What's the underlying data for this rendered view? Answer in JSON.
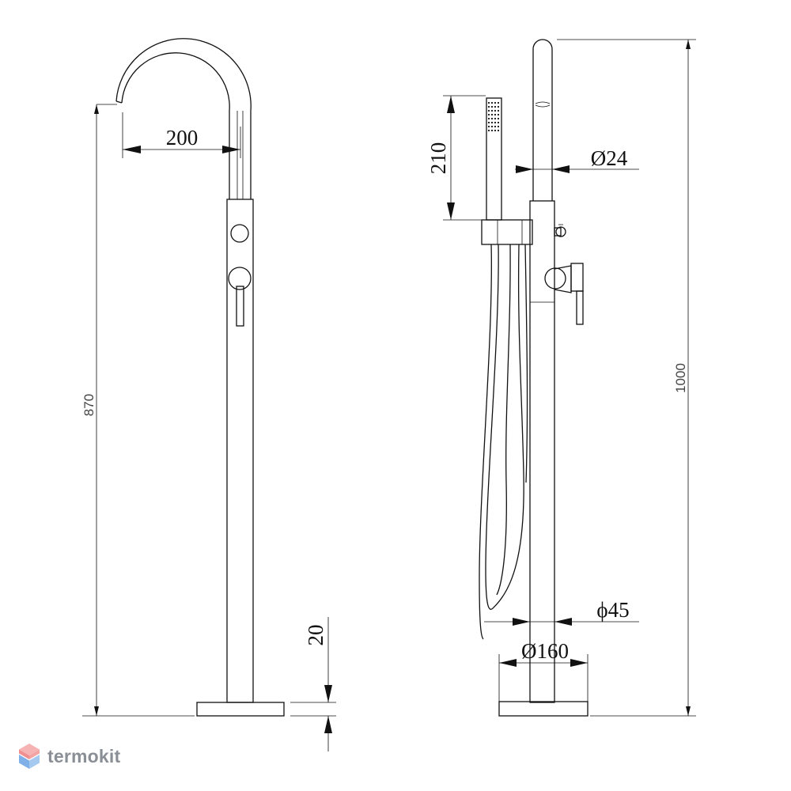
{
  "dimensions": {
    "spout_reach": "200",
    "spout_height": "870",
    "base_thickness": "20",
    "handshower_length": "210",
    "pipe_diameter": "Ø24",
    "column_diameter": "ϕ45",
    "base_diameter": "Ø160",
    "total_height": "1000"
  },
  "logo": {
    "text": "termokit"
  },
  "colors": {
    "line": "#111111",
    "logo_text": "#8a8f96",
    "logo_top": "#f08a8a",
    "logo_bottom": "#7fb0e8"
  }
}
